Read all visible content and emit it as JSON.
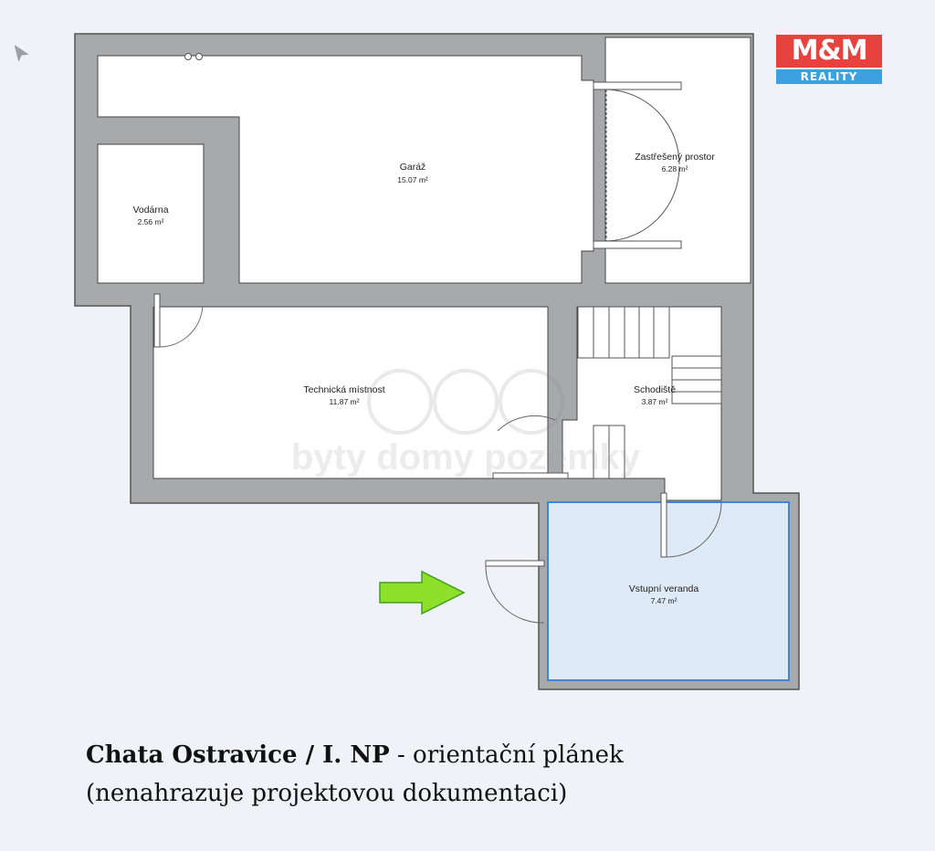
{
  "rooms": [
    {
      "name": "Garáž",
      "area": "15.07 m²"
    },
    {
      "name": "Zastřešený prostor",
      "area": "6.28 m²"
    },
    {
      "name": "Vodárna",
      "area": "2.56 m²"
    },
    {
      "name": "Technická místnost",
      "area": "11.87 m²"
    },
    {
      "name": "Schodiště",
      "area": "3.87 m²"
    },
    {
      "name": "Vstupní veranda",
      "area": "7.47 m²"
    }
  ],
  "logo": {
    "top": "M&M",
    "bottom": "REALITY"
  },
  "watermark": "byty domy pozemky",
  "caption": {
    "title": "Chata Ostravice / I. NP",
    "subtitle": " - orientační plánek",
    "line2": "(nenahrazuje projektovou dokumentaci)"
  },
  "colors": {
    "wall": "#a8a9ab",
    "floor": "#ffffff",
    "veranda_fill": "#dfeaf7",
    "veranda_border": "#3f86d6",
    "arrow": "#8fe02b"
  },
  "icons": {
    "compass": "north-arrow-icon",
    "entrance": "entrance-arrow-icon"
  }
}
